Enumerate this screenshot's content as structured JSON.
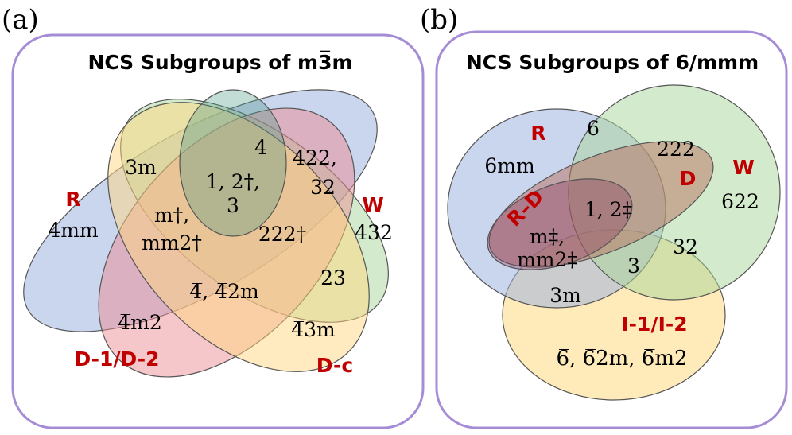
{
  "panels": [
    {
      "label": "(a)",
      "title": "NCS Subgroups of m3̅m",
      "categories": {
        "R": "R",
        "W": "W",
        "D12": "D-1/D-2",
        "Dc": "D-c"
      },
      "groups": {
        "g4mm": "4mm",
        "g3m": "3m",
        "g4": "4",
        "g422": "422,",
        "g32": "32",
        "g12": "1, 2†,",
        "g3": "3",
        "gm": "m†,",
        "gmm2": "mm2†",
        "g222": "222†",
        "g432": "432",
        "g23": "23",
        "gbar4": "4̅, 4̅2m",
        "gbar4m2": "4̅m2",
        "gbar43m": "4̅3m"
      }
    },
    {
      "label": "(b)",
      "title": "NCS Subgroups of 6/mmm",
      "categories": {
        "R": "R",
        "W": "W",
        "D": "D",
        "RD": "R–D",
        "I": "I-1/I-2"
      },
      "groups": {
        "g6": "6",
        "g6mm": "6mm",
        "g222": "222",
        "g622": "622",
        "g12": "1, 2‡",
        "gm": "m‡,",
        "gmm2": "mm2‡",
        "g32": "32",
        "g3": "3",
        "g3m": "3m",
        "gbar6": "6̅, 6̅2m, 6̅m2"
      }
    }
  ],
  "colors": {
    "frame": "#a58cd6",
    "R": "#9fb3e0",
    "W": "#a9d69a",
    "D12": "#ec8e96",
    "Dc": "#ffd87f",
    "top": "#d8c79a",
    "D": "#b7705d",
    "RD": "#a06a7e",
    "I": "#ffd87f",
    "text_red": "#c00000"
  }
}
